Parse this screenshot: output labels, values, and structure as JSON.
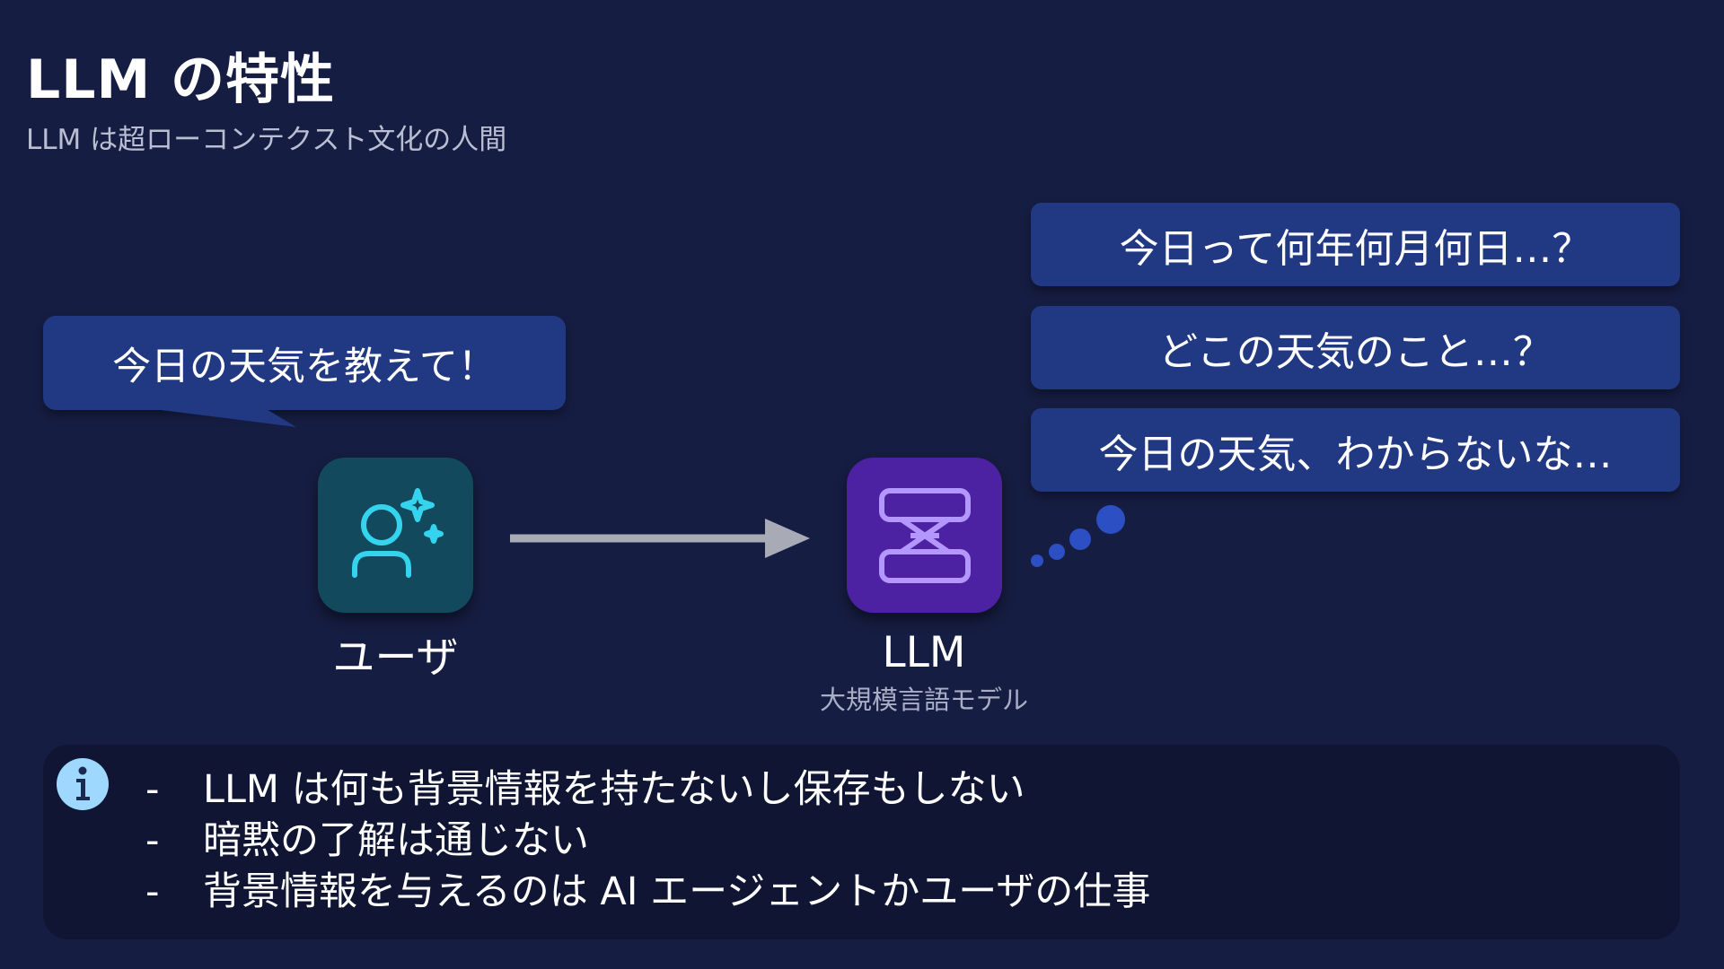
{
  "slide": {
    "title": "LLM の特性",
    "subtitle": "LLM は超ローコンテクスト文化の人間"
  },
  "user": {
    "speech": "今日の天気を教えて！",
    "label": "ユーザ",
    "icon": "person-sparkle-icon"
  },
  "llm": {
    "label": "LLM",
    "sublabel": "大規模言語モデル",
    "icon": "hourglass-icon"
  },
  "thoughts": [
    "今日って何年何月何日…？",
    "どこの天気のこと…？",
    "今日の天気、わからないな…"
  ],
  "info": {
    "icon": "info-icon",
    "bullet": "-",
    "items": [
      "LLM は何も背景情報を持たないし保存もしない",
      "暗黙の了解は通じない",
      "背景情報を与えるのは AI エージェントかユーザの仕事"
    ]
  },
  "colors": {
    "background": "#161d42",
    "bubble": "#213883",
    "user_tile": "#13495c",
    "user_glyph": "#35d4ee",
    "llm_tile": "#4c22a3",
    "llm_glyph": "#b496ff",
    "info_panel": "#0f1532",
    "info_icon": "#9ed8ff",
    "arrow": "#a8abb6",
    "dots": "#2d4fc4"
  }
}
